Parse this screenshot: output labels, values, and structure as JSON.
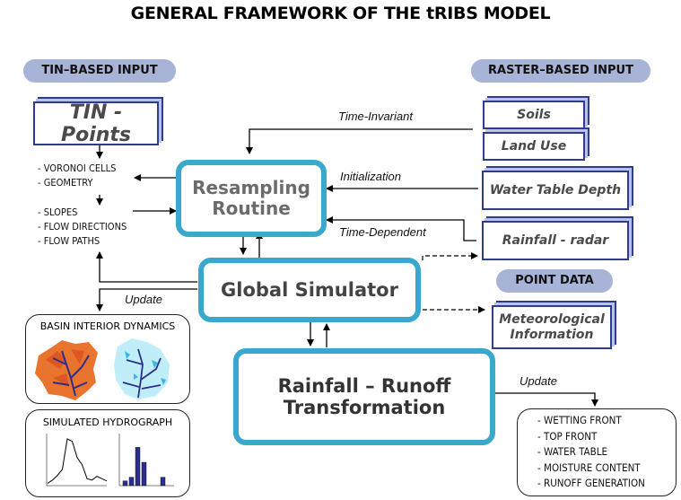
{
  "title": "GENERAL FRAMEWORK OF THE tRIBS MODEL",
  "sections": {
    "tin_input": "TIN–BASED INPUT",
    "raster_input": "RASTER–BASED INPUT",
    "point_data": "POINT DATA"
  },
  "inputs": {
    "tin_points": "TIN - Points",
    "soils": "Soils",
    "land_use": "Land Use",
    "water_table_depth": "Water Table Depth",
    "rainfall_radar": "Rainfall - radar",
    "meteorological": [
      "Meteorological",
      "Information"
    ]
  },
  "processes": {
    "resampling": [
      "Resampling",
      "Routine"
    ],
    "global_simulator": "Global Simulator",
    "rainfall_runoff": [
      "Rainfall – Runoff",
      "Transformation"
    ]
  },
  "tin_derived": {
    "group1": [
      "- VORONOI CELLS",
      "- GEOMETRY"
    ],
    "group2": [
      "- SLOPES",
      "- FLOW DIRECTIONS",
      "- FLOW PATHS"
    ]
  },
  "flow_labels": {
    "time_invariant": "Time-Invariant",
    "initialization": "Initialization",
    "time_dependent": "Time-Dependent",
    "update_left": "Update",
    "update_right": "Update"
  },
  "outputs": {
    "basin_interior": "BASIN INTERIOR DYNAMICS",
    "hydrograph": "SIMULATED HYDROGRAPH",
    "state_variables": [
      "- WETTING FRONT",
      "- TOP FRONT",
      "- WATER TABLE",
      "- MOISTURE CONTENT",
      "- RUNOFF GENERATION"
    ]
  },
  "colors": {
    "process_border": "#3aa8cc",
    "input_border": "#2e3b8f",
    "pill_fill": "#a7b3d7",
    "basin_orange": "#e8742e",
    "basin_cyan": "#bfeef8",
    "river_blue": "#2c2f8c"
  },
  "mini_charts": {
    "hydrograph_line": [
      0.05,
      0.12,
      0.22,
      0.35,
      1.0,
      0.95,
      0.6,
      0.45,
      0.15,
      0.12,
      0.2,
      0.15,
      0.1
    ],
    "rain_bars": [
      0.1,
      0.18,
      0.82,
      0.5,
      0,
      0,
      0.18
    ]
  }
}
